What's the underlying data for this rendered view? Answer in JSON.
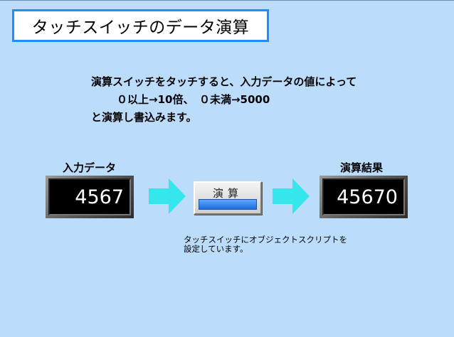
{
  "title": "タッチスイッチのデータ演算",
  "description": {
    "line1": "演算スイッチをタッチすると、入力データの値によって",
    "line2": "０以上→10倍、　０未満→5000",
    "line3": "と演算し書込みます。"
  },
  "input": {
    "label": "入力データ",
    "value": "4567"
  },
  "button": {
    "label": "演算"
  },
  "result": {
    "label": "演算結果",
    "value": "45670"
  },
  "note": {
    "line1": "タッチスイッチにオブジェクトスクリプトを",
    "line2": "設定しています。"
  },
  "colors": {
    "background": "#bcdcfc",
    "title_border": "#1f8dff",
    "arrow": "#35e6ec",
    "button_bar": "#1a6ee0"
  }
}
